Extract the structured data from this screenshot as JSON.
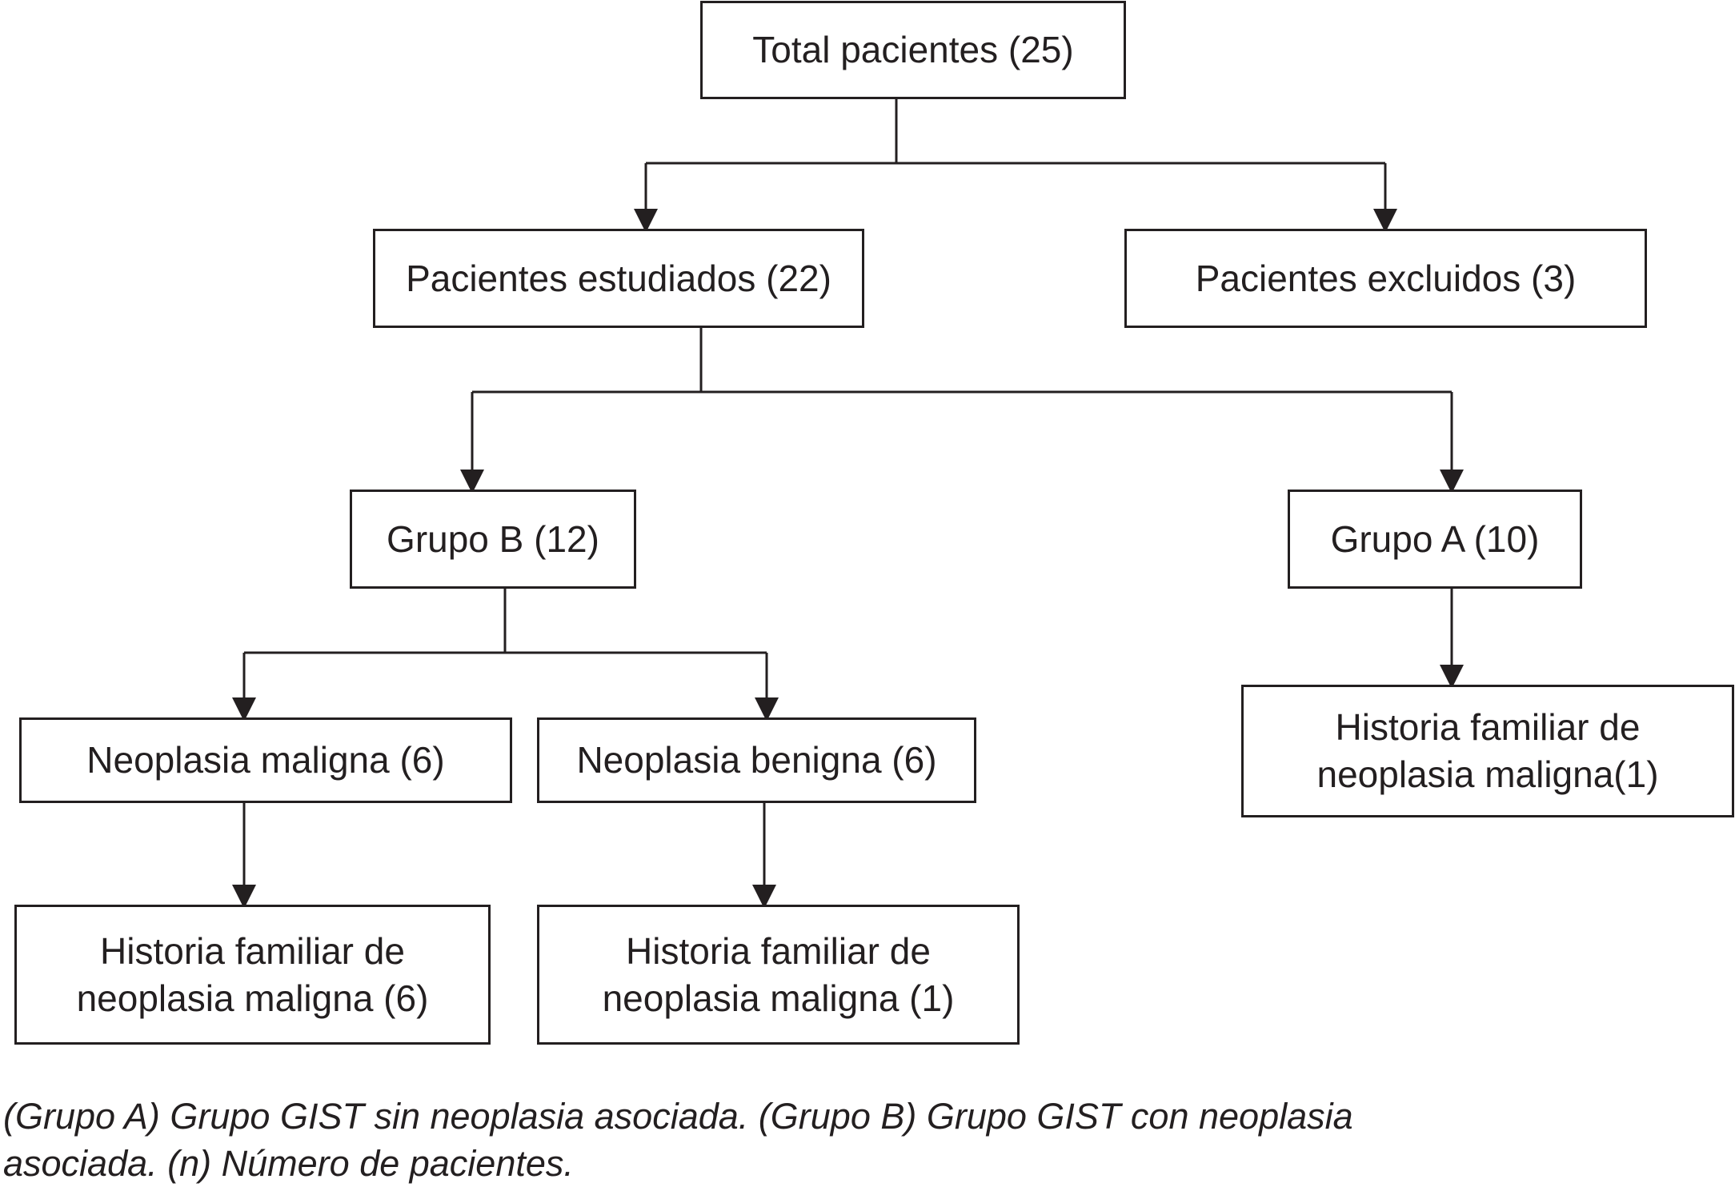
{
  "nodes": {
    "total": [
      "Total pacientes (25)"
    ],
    "estudiados": [
      "Pacientes estudiados (22)"
    ],
    "excluidos": [
      "Pacientes excluidos (3)"
    ],
    "grupo_b": [
      "Grupo B (12)"
    ],
    "grupo_a": [
      "Grupo A (10)"
    ],
    "maligna": [
      "Neoplasia maligna (6)"
    ],
    "benigna": [
      "Neoplasia benigna (6)"
    ],
    "hist_a": [
      "Historia familiar de",
      "neoplasia maligna(1)"
    ],
    "hist_maligna": [
      "Historia familiar de",
      "neoplasia maligna (6)"
    ],
    "hist_benigna": [
      "Historia familiar de",
      "neoplasia maligna (1)"
    ]
  },
  "caption": {
    "line1": "(Grupo A) Grupo GIST sin neoplasia asociada. (Grupo B) Grupo GIST con neoplasia",
    "line2": "asociada. (n) Número de pacientes."
  }
}
